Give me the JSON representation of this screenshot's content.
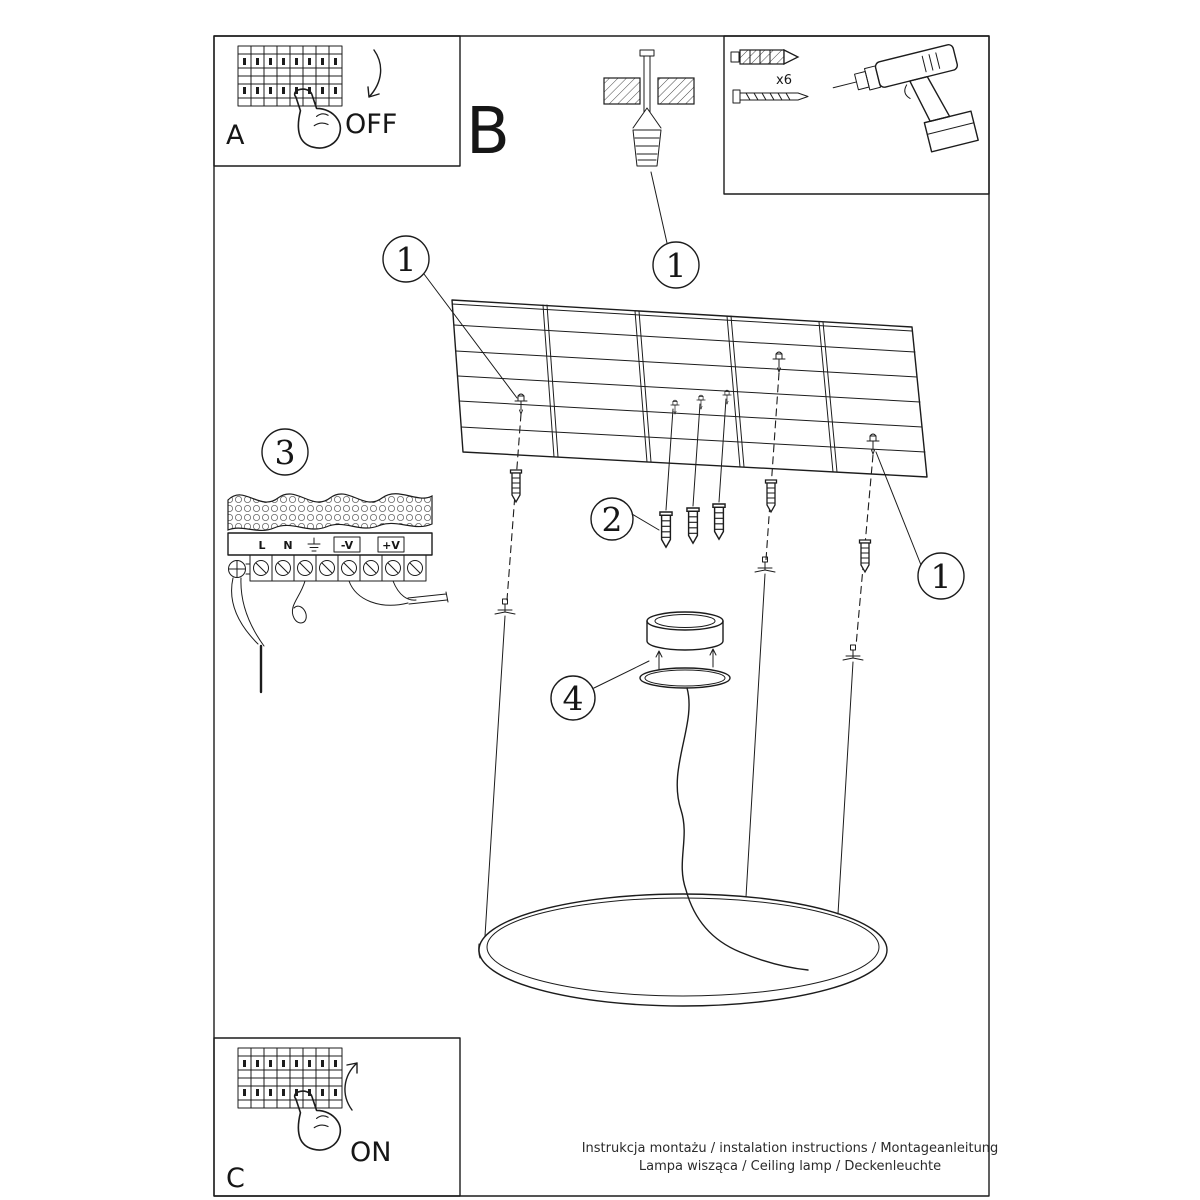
{
  "panel_a": {
    "label": "A",
    "switch_label": "OFF"
  },
  "panel_b": {
    "label": "B"
  },
  "panel_c": {
    "label": "C",
    "switch_label": "ON"
  },
  "hardware_box": {
    "anchor_count": "x6"
  },
  "callouts": {
    "one": "1",
    "two": "2",
    "three": "3",
    "four": "4"
  },
  "wiring": {
    "terminals": {
      "live": "L",
      "neutral": "N",
      "neg": "-V",
      "pos": "+V"
    }
  },
  "footer": {
    "line1": "Instrukcja montażu / instalation instructions / Montageanleitung",
    "line2": "Lampa wisząca / Ceiling lamp / Deckenleuchte"
  }
}
